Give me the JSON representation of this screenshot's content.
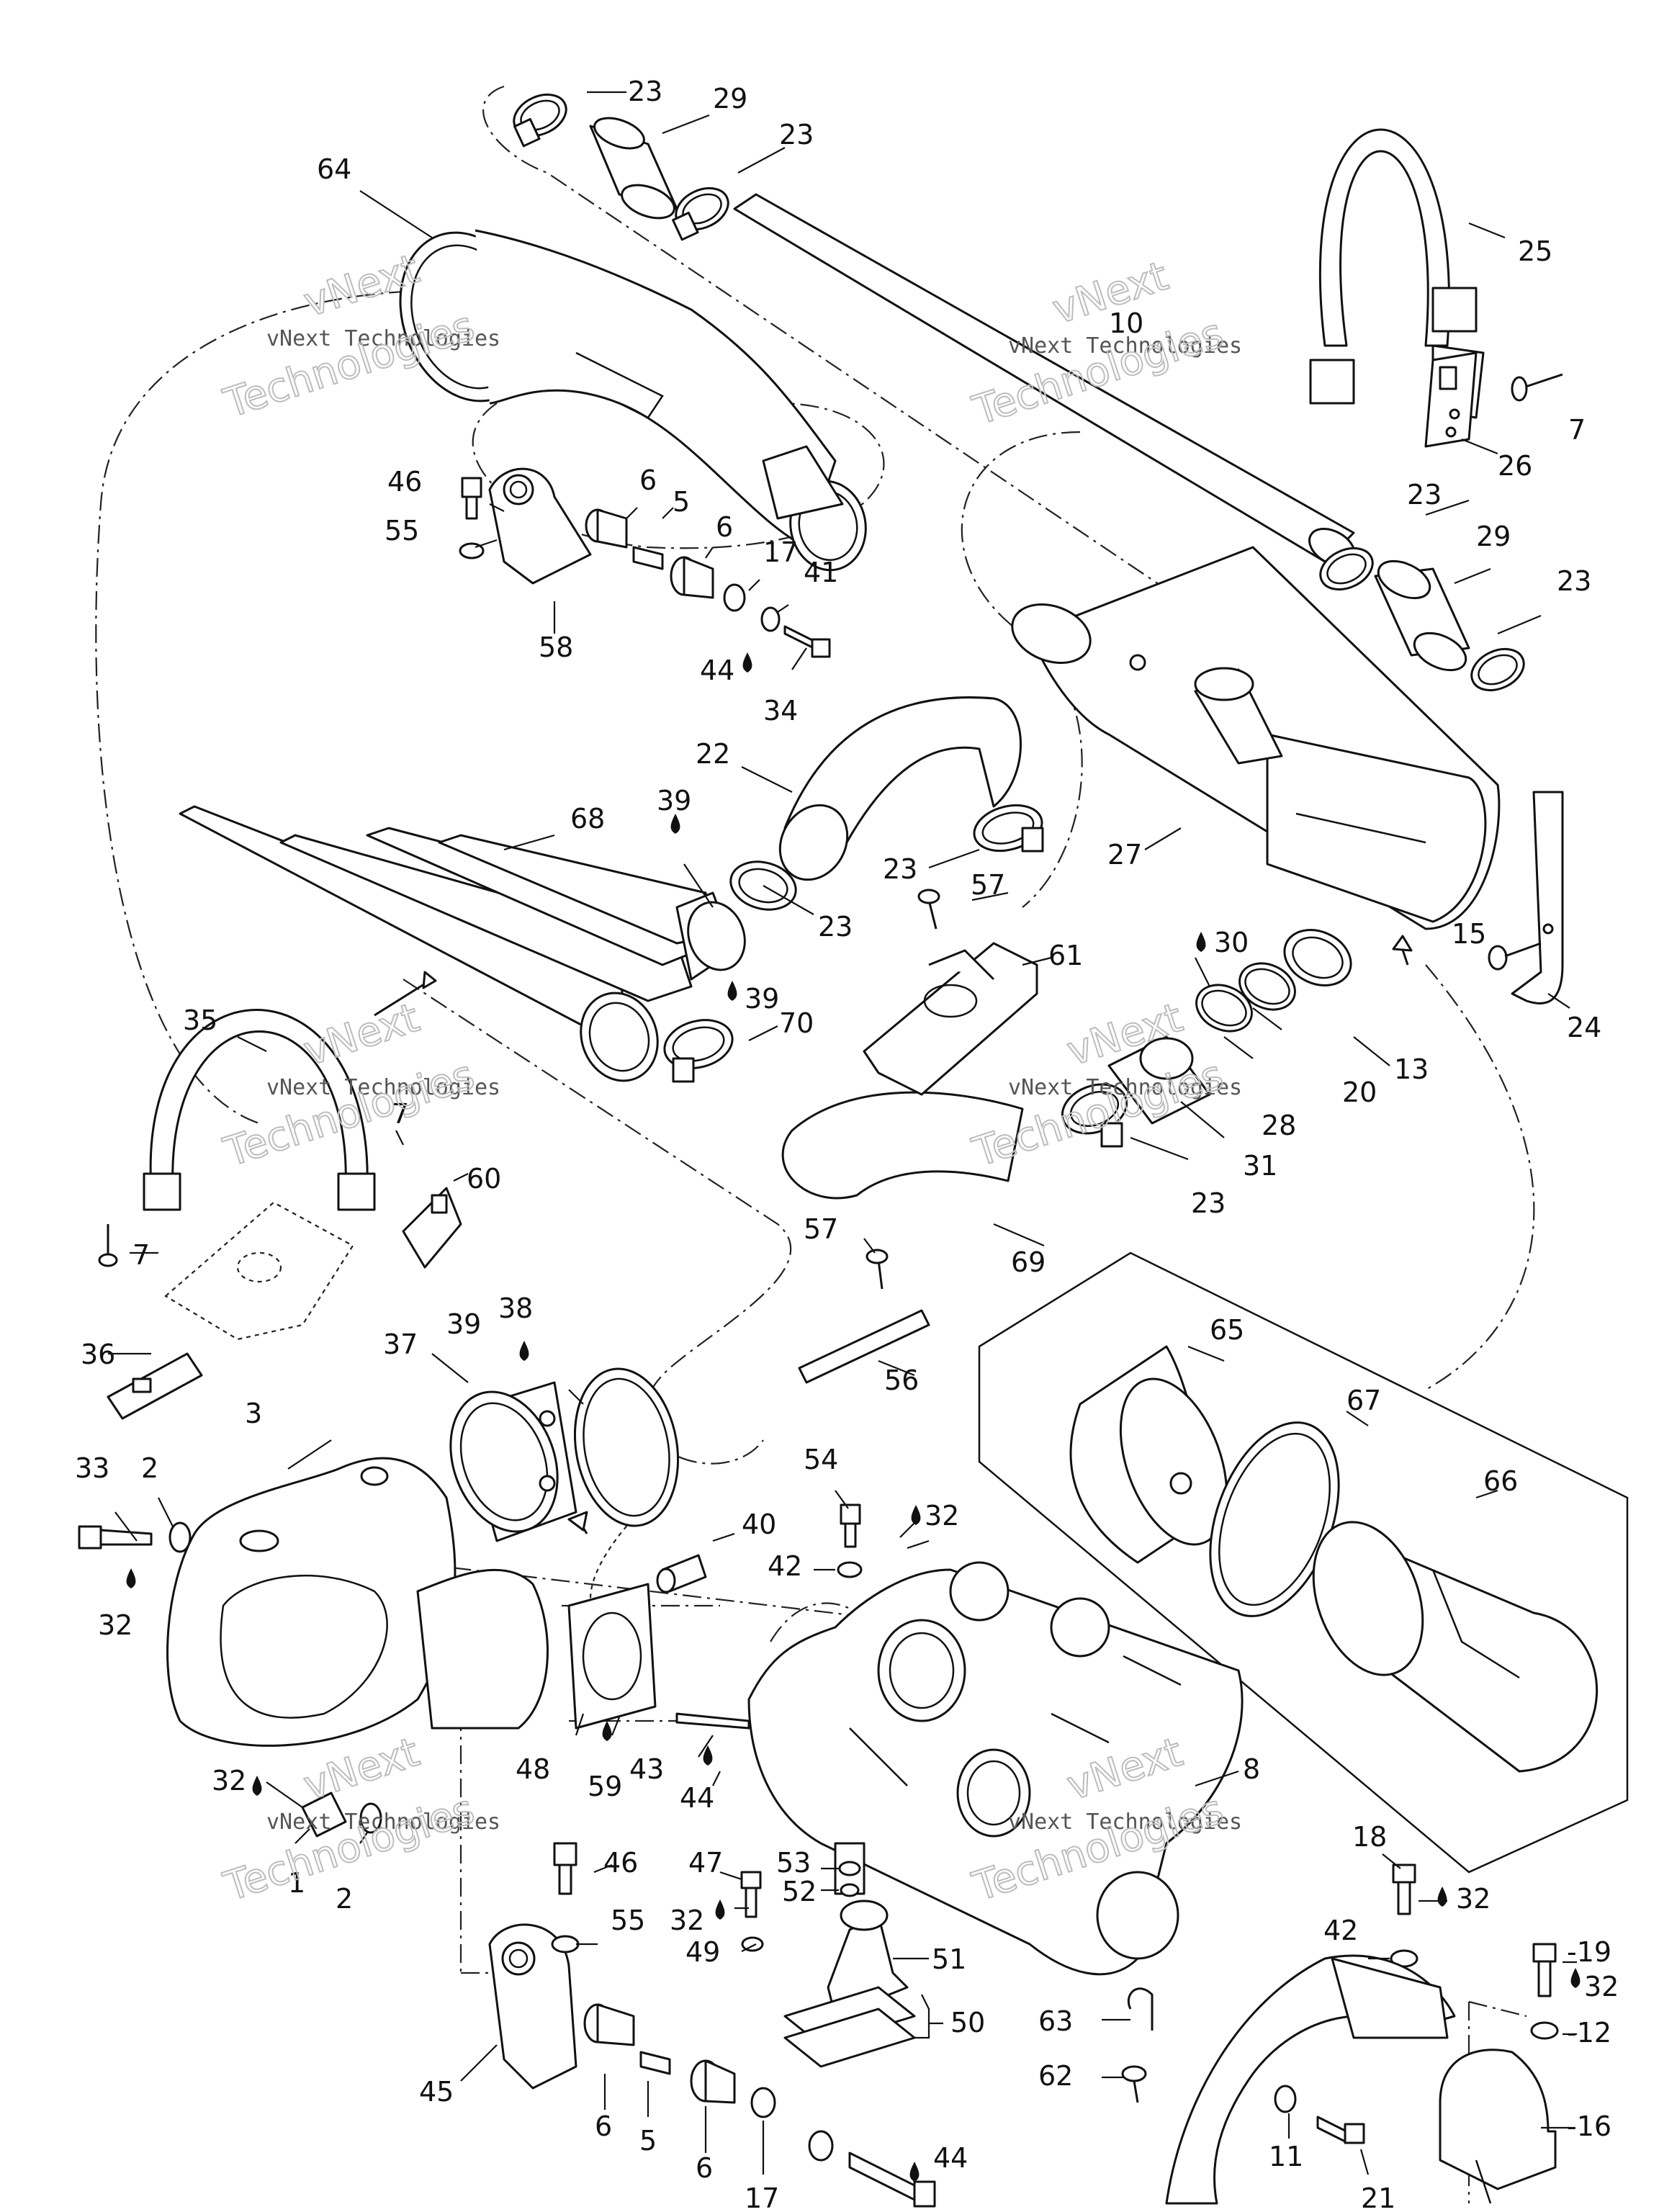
{
  "watermark": {
    "line1": "vNext Technologies",
    "line2": "Technologies",
    "line_top": "vNext"
  },
  "callouts": {
    "c23a": "23",
    "c29a": "29",
    "c23b": "23",
    "c64": "64",
    "c25": "25",
    "c10": "10",
    "c7a": "7",
    "c26": "26",
    "c46a": "46",
    "c6a": "6",
    "c5a": "5",
    "c55a": "55",
    "c6b": "6",
    "c17a": "17",
    "c41": "41",
    "c23c": "23",
    "c29b": "29",
    "c23d": "23",
    "c58": "58",
    "c44a": "44",
    "c34": "34",
    "c22": "22",
    "c68": "68",
    "c39a": "39",
    "c23e": "23",
    "c27": "27",
    "c23f": "23",
    "c57a": "57",
    "c61": "61",
    "c30": "30",
    "c15": "15",
    "c24": "24",
    "c13": "13",
    "c20": "20",
    "c28": "28",
    "c35": "35",
    "c39b": "39",
    "c70": "70",
    "c31": "31",
    "c23g": "23",
    "c7b": "7",
    "c60": "60",
    "c69": "69",
    "c7c": "7",
    "c57b": "57",
    "c36": "36",
    "c38": "38",
    "c39c": "39",
    "c37": "37",
    "c56": "56",
    "c65": "65",
    "c67": "67",
    "c3": "3",
    "c66": "66",
    "c33": "33",
    "c2a": "2",
    "c54": "54",
    "c32a": "32",
    "c40": "40",
    "c42a": "42",
    "c32b": "32",
    "c48": "48",
    "c59": "59",
    "c43": "43",
    "c8": "8",
    "c44b": "44",
    "c32c": "32",
    "c1": "1",
    "c2b": "2",
    "c46b": "46",
    "c47": "47",
    "c53": "53",
    "c52": "52",
    "c18": "18",
    "c32d": "32",
    "c55b": "55",
    "c32e": "32",
    "c49": "49",
    "c51": "51",
    "c42b": "42",
    "c19": "-19",
    "c32f": "32",
    "c50": "50",
    "c12": "-12",
    "c45": "45",
    "c63": "63",
    "c62": "62",
    "c6c": "6",
    "c5b": "5",
    "c6d": "6",
    "c17b": "17",
    "c44c": "44",
    "c11": "11",
    "c16": "-16",
    "c21": "21"
  }
}
